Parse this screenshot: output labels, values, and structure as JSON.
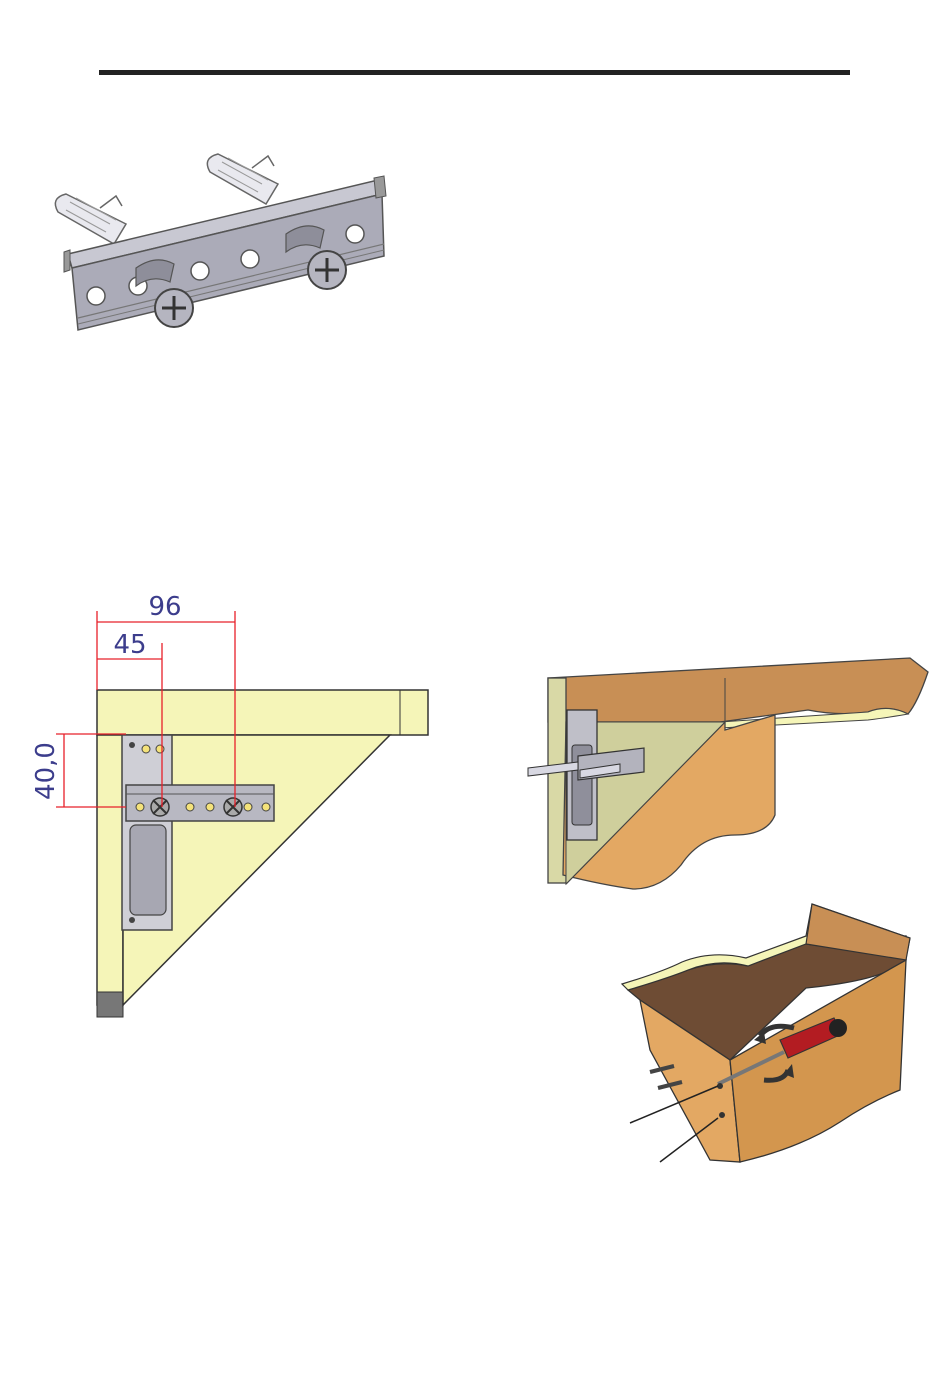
{
  "dimensions": {
    "d96": "96",
    "d45": "45",
    "d40": "40,0"
  },
  "colors": {
    "rule": "#222222",
    "dimension_text": "#3c3d8c",
    "dimension_line": "#e8202a",
    "panel_cream": "#f5f5b8",
    "wood_light": "#e3a863",
    "wood_dark": "#6e4c34",
    "metal": "#a9a9b5",
    "screwdriver_handle": "#b31c22"
  },
  "icons": {
    "rail": "mounting-rail-icon",
    "wall_plug": "wall-plug-icon",
    "screw": "screw-icon",
    "screwdriver": "screwdriver-icon",
    "rotation_arrow": "rotation-arrow-icon"
  }
}
